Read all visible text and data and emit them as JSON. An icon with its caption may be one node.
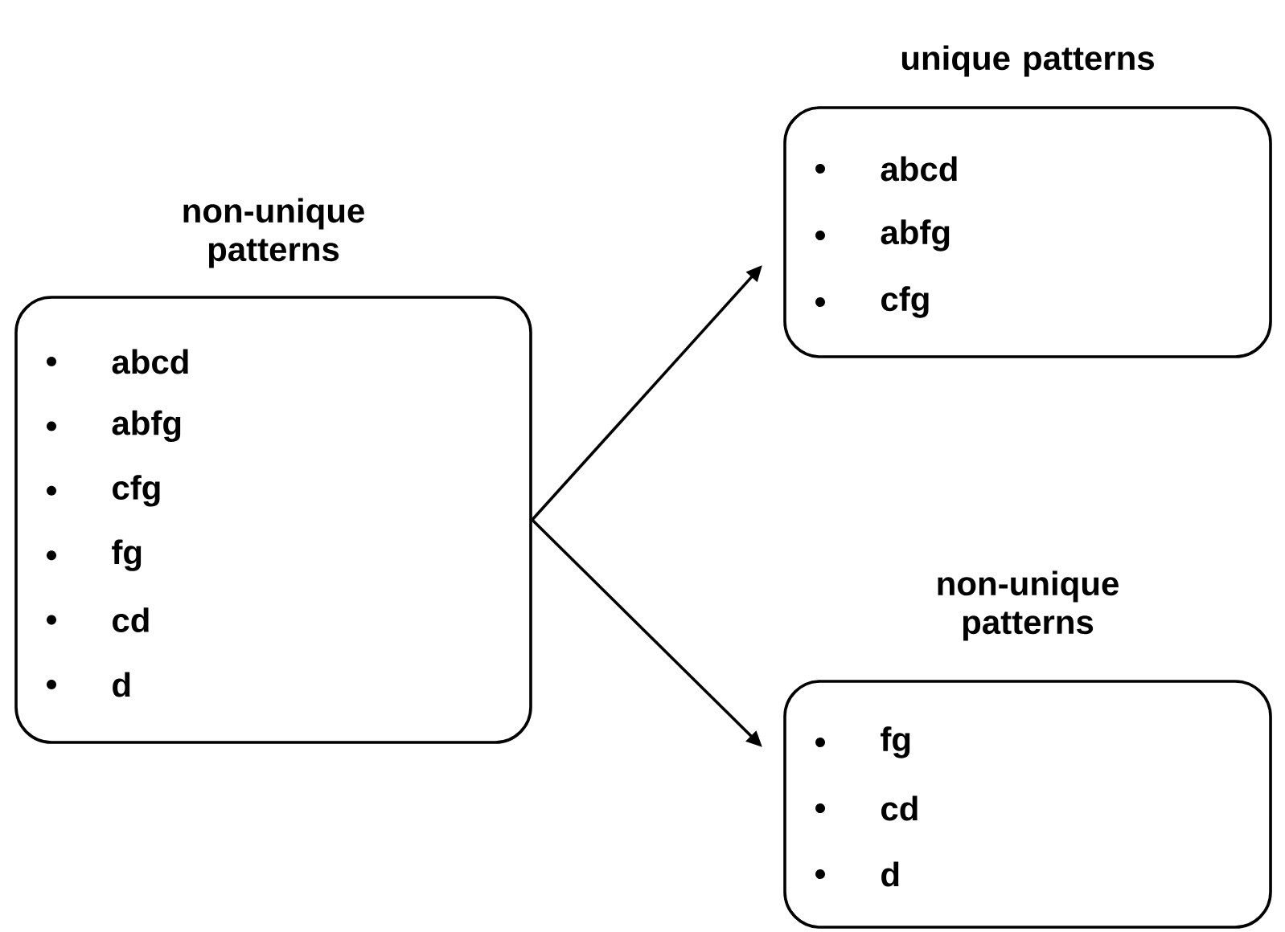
{
  "diagram": {
    "nodes": [
      {
        "text": [
          "non-unique patterns",
          "abcd",
          "abfg",
          "cfg",
          "fg",
          "cd",
          "d"
        ]
      },
      {
        "text": [
          "unique patterns",
          "abcd",
          "abfg",
          "cfg"
        ]
      },
      {
        "text": [
          "non-unique patterns",
          "fg",
          "cd",
          "d"
        ]
      }
    ],
    "edges": [
      {
        "from": 0,
        "to": 1,
        "arrow": "to"
      },
      {
        "from": 0,
        "to": 2,
        "arrow": "to"
      }
    ]
  }
}
